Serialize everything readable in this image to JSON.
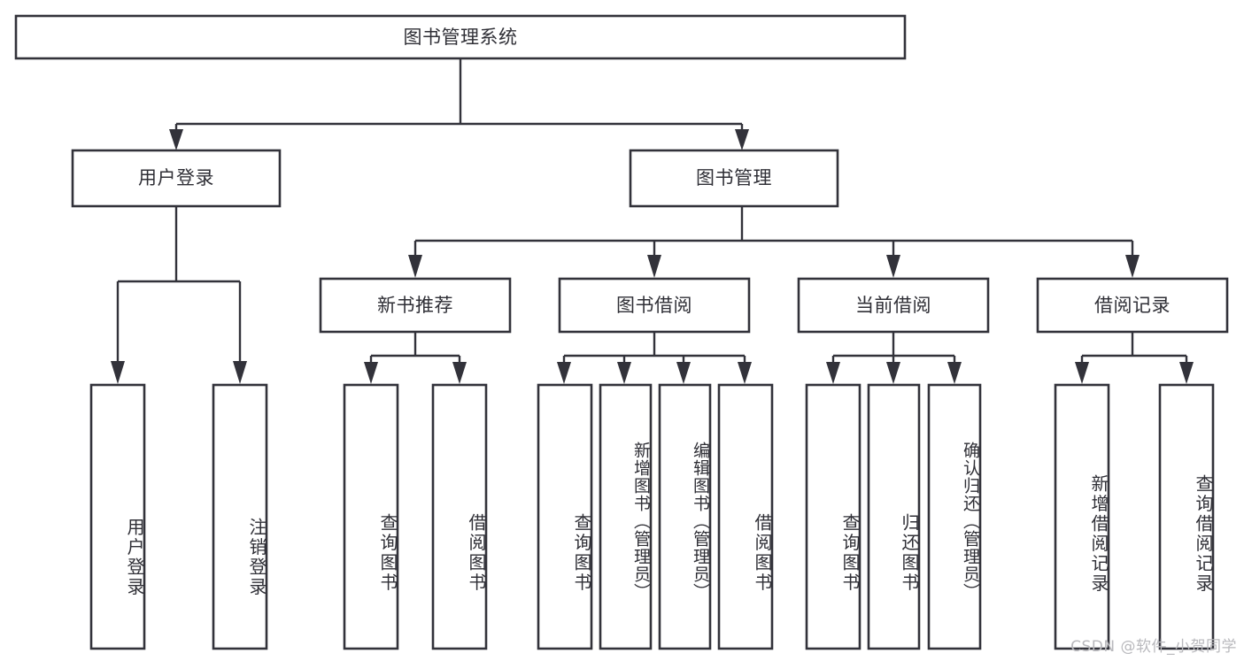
{
  "diagram": {
    "type": "tree-hierarchy",
    "title": "图书管理系统",
    "watermark": "CSDN @软件_小贺同学",
    "root": {
      "id": "root",
      "label": "图书管理系统",
      "orientation": "horizontal"
    },
    "level2": [
      {
        "id": "user-login",
        "label": "用户登录",
        "orientation": "horizontal"
      },
      {
        "id": "book-manage",
        "label": "图书管理",
        "orientation": "horizontal"
      }
    ],
    "level3": [
      {
        "id": "new-book-recommend",
        "label": "新书推荐",
        "orientation": "horizontal",
        "parent": "book-manage"
      },
      {
        "id": "book-borrow",
        "label": "图书借阅",
        "orientation": "horizontal",
        "parent": "book-manage"
      },
      {
        "id": "current-borrow",
        "label": "当前借阅",
        "orientation": "horizontal",
        "parent": "book-manage"
      },
      {
        "id": "borrow-record",
        "label": "借阅记录",
        "orientation": "horizontal",
        "parent": "book-manage"
      }
    ],
    "leaves": [
      {
        "id": "leaf-user-login",
        "label": "用户登录",
        "orientation": "vertical",
        "parent": "user-login"
      },
      {
        "id": "leaf-user-logout",
        "label": "注销登录",
        "orientation": "vertical",
        "parent": "user-login"
      },
      {
        "id": "leaf-query-book-1",
        "label": "查询图书",
        "orientation": "vertical",
        "parent": "new-book-recommend"
      },
      {
        "id": "leaf-borrow-book-1",
        "label": "借阅图书",
        "orientation": "vertical",
        "parent": "new-book-recommend"
      },
      {
        "id": "leaf-query-book-2",
        "label": "查询图书",
        "orientation": "vertical",
        "parent": "book-borrow"
      },
      {
        "id": "leaf-add-book",
        "label": "新增图书（管理员）",
        "orientation": "vertical",
        "parent": "book-borrow"
      },
      {
        "id": "leaf-edit-book",
        "label": "编辑图书（管理员）",
        "orientation": "vertical",
        "parent": "book-borrow"
      },
      {
        "id": "leaf-borrow-book-2",
        "label": "借阅图书",
        "orientation": "vertical",
        "parent": "book-borrow"
      },
      {
        "id": "leaf-query-book-3",
        "label": "查询图书",
        "orientation": "vertical",
        "parent": "current-borrow"
      },
      {
        "id": "leaf-return-book",
        "label": "归还图书",
        "orientation": "vertical",
        "parent": "current-borrow"
      },
      {
        "id": "leaf-confirm-return",
        "label": "确认归还（管理员）",
        "orientation": "vertical",
        "parent": "current-borrow"
      },
      {
        "id": "leaf-add-record",
        "label": "新增借阅记录",
        "orientation": "vertical",
        "parent": "borrow-record"
      },
      {
        "id": "leaf-query-record",
        "label": "查询借阅记录",
        "orientation": "vertical",
        "parent": "borrow-record"
      }
    ],
    "colors": {
      "stroke": "#32323a",
      "fill": "#ffffff",
      "text": "#2f2f36",
      "watermark": "#b9b9bd"
    }
  }
}
